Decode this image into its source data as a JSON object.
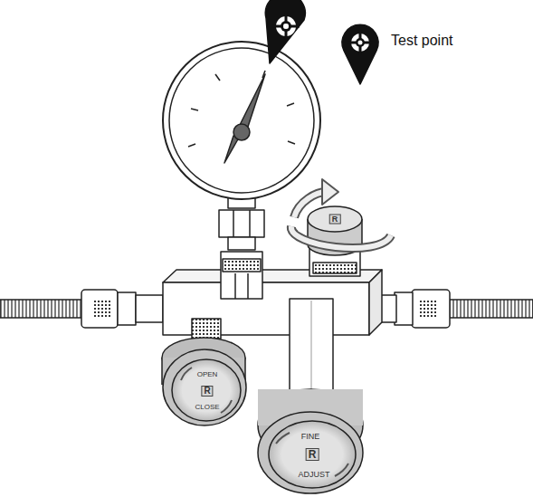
{
  "diagram": {
    "labels": [
      "R",
      "OPEN",
      "R",
      "CLOSE",
      "FINE",
      "R",
      "ADJUST"
    ],
    "legend": [
      {
        "text": "Test point"
      }
    ]
  }
}
